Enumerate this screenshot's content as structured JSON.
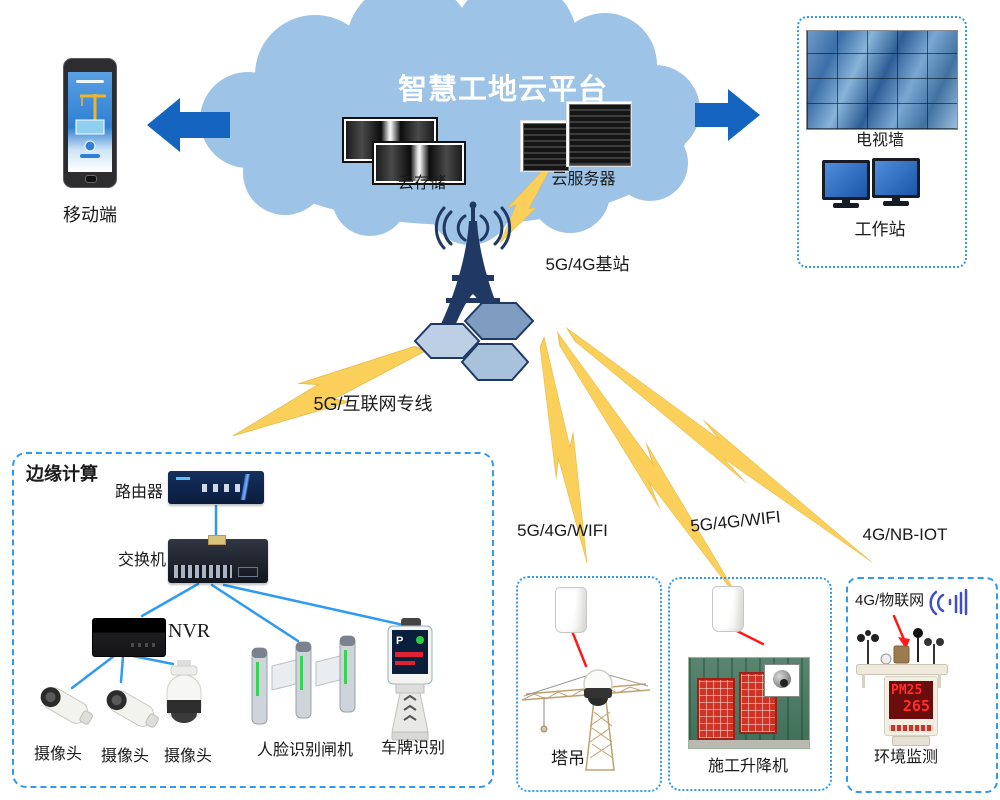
{
  "diagram": {
    "title": "智慧工地云平台",
    "cloud": {
      "storage_label": "云存储",
      "server_label": "云服务器"
    },
    "mobile": {
      "label": "移动端"
    },
    "monitor_center": {
      "tv_wall_label": "电视墙",
      "workstation_label": "工作站"
    },
    "base_station": {
      "label": "5G/4G基站"
    },
    "links": {
      "edge_link_label": "5G/互联网专线",
      "tower_link_label": "5G/4G/WIFI",
      "elevator_link_label": "5G/4G/WIFI",
      "env_link_label": "4G/NB-IOT"
    },
    "edge_box": {
      "title": "边缘计算",
      "router_label": "路由器",
      "switch_label": "交换机",
      "nvr_label": "NVR",
      "camera_labels": [
        "摄像头",
        "摄像头",
        "摄像头"
      ],
      "gate_label": "人脸识别闸机",
      "plate_label": "车牌识别",
      "plate_screen_text": "P"
    },
    "tower_crane_box": {
      "label": "塔吊"
    },
    "elevator_box": {
      "label": "施工升降机"
    },
    "env_box": {
      "iot_label": "4G/物联网",
      "display_line1": "PM25",
      "display_line2": "265",
      "label": "环境监测"
    }
  },
  "colors": {
    "cloud": "#9DC3E6",
    "arrow": "#1565C0",
    "tower": "#1F3864",
    "bolt": "#FBD05A",
    "boltEdge": "#E8BD4E",
    "dash": "#2E9BF0",
    "line": "#2E9BF0",
    "red": "#FF1A1A",
    "led": "#FF2D2D",
    "ledBg": "#6B0D0D"
  }
}
